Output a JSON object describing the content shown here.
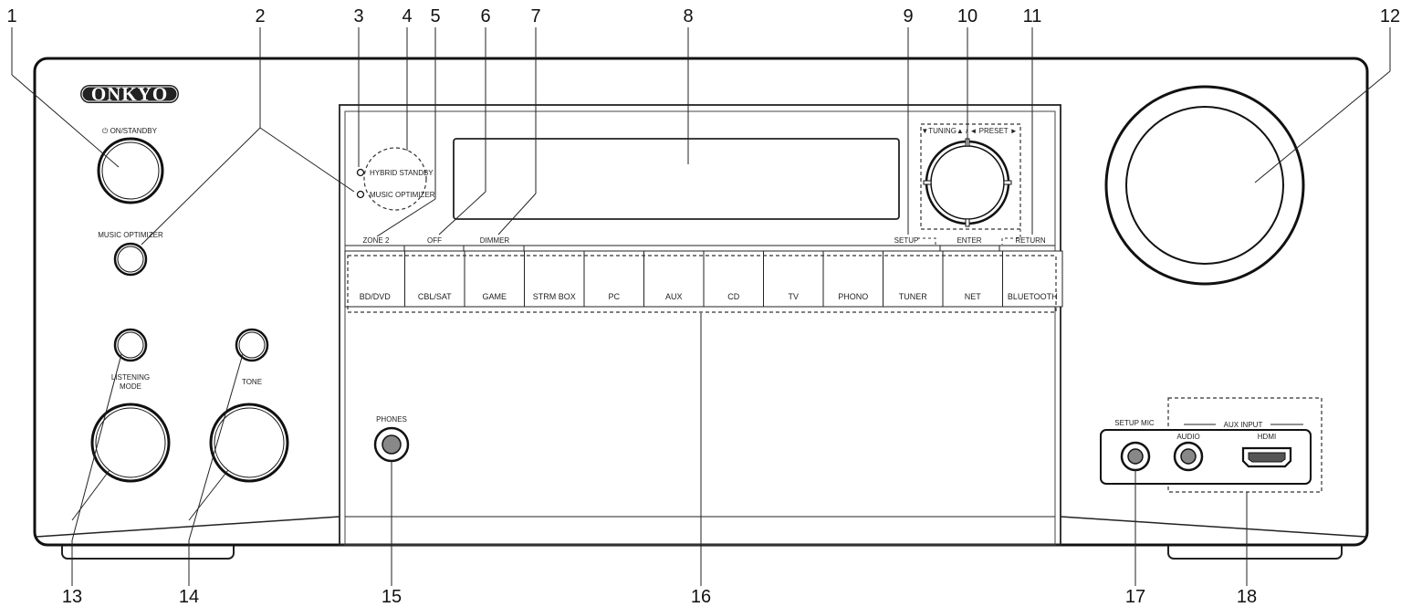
{
  "brand": "ONKYO",
  "labels": {
    "on_standby": "ON/STANDBY",
    "music_optimizer": "MUSIC OPTIMIZER",
    "hybrid_standby": "HYBRID STANDBY",
    "music_optimizer_led": "MUSIC OPTIMIZER",
    "zone2": "ZONE 2",
    "off": "OFF",
    "dimmer": "DIMMER",
    "setup": "SETUP",
    "enter": "ENTER",
    "return": "RETURN",
    "tuning_preset": "▼TUNING▲ / ◄ PRESET ►",
    "listening_mode_1": "LISTENING",
    "listening_mode_2": "MODE",
    "tone": "TONE",
    "phones": "PHONES",
    "setup_mic": "SETUP MIC",
    "aux_input": "AUX INPUT",
    "audio": "AUDIO",
    "hdmi": "HDMI"
  },
  "input_buttons": [
    "BD/DVD",
    "CBL/SAT",
    "GAME",
    "STRM BOX",
    "PC",
    "AUX",
    "CD",
    "TV",
    "PHONO",
    "TUNER",
    "NET",
    "BLUETOOTH"
  ],
  "callouts": [
    "1",
    "2",
    "3",
    "4",
    "5",
    "6",
    "7",
    "8",
    "9",
    "10",
    "11",
    "12",
    "13",
    "14",
    "15",
    "16",
    "17",
    "18"
  ]
}
